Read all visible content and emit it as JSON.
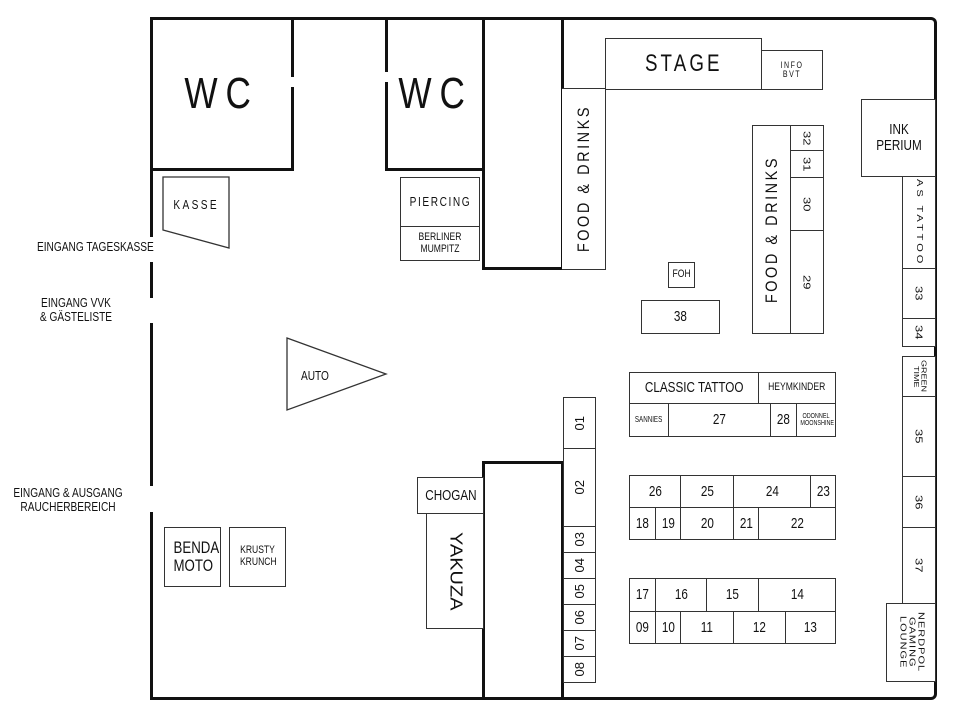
{
  "rooms": {
    "wc_left": "WC",
    "wc_right": "WC",
    "kasse": "KASSE",
    "piercing": "PIERCING",
    "berliner": "BERLINER MUMPITZ",
    "food_drinks_left": "FOOD & DRINKS",
    "stage": "STAGE",
    "info": "INFO BVT",
    "food_drinks_right": "FOOD & DRINKS",
    "foh": "FOH",
    "inkperium": "INK PERIUM",
    "as_tattoo": "AS TATTOO",
    "green_time": "GREEN TIME",
    "nerdpol": "NERDPOL GAMING LOUNGE",
    "auto": "AUTO",
    "chogan": "CHOGAN",
    "yakuza": "YAKUZA",
    "benda_moto": "BENDA MOTO",
    "krusty_krunch": "KRUSTY KRUNCH",
    "classic_tattoo": "CLASSIC TATTOO",
    "heymkinder": "HEYMKINDER",
    "sannies": "SANNIES",
    "odonnel": "ODONNEL MOONSHINE"
  },
  "entrances": {
    "tageskasse": "EINGANG TAGESKASSE",
    "vvk": "EINGANG VVK & GÄSTELISTE",
    "raucher": "EINGANG & AUSGANG RAUCHERBEREICH"
  },
  "booths": {
    "b01": "01",
    "b02": "02",
    "b03": "03",
    "b04": "04",
    "b05": "05",
    "b06": "06",
    "b07": "07",
    "b08": "08",
    "b09": "09",
    "b10": "10",
    "b11": "11",
    "b12": "12",
    "b13": "13",
    "b14": "14",
    "b15": "15",
    "b16": "16",
    "b17": "17",
    "b18": "18",
    "b19": "19",
    "b20": "20",
    "b21": "21",
    "b22": "22",
    "b23": "23",
    "b24": "24",
    "b25": "25",
    "b26": "26",
    "b27": "27",
    "b28": "28",
    "b29": "29",
    "b30": "30",
    "b31": "31",
    "b32": "32",
    "b33": "33",
    "b34": "34",
    "b35": "35",
    "b36": "36",
    "b37": "37",
    "b38": "38"
  }
}
